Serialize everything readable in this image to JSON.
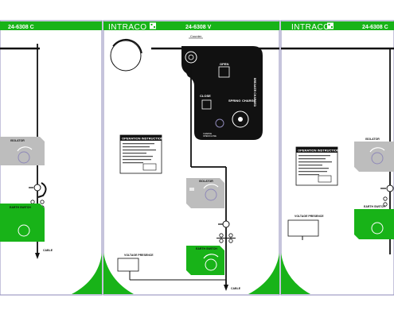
{
  "colors": {
    "green": "#18b318",
    "black": "#111111",
    "grey": "#bdbdbd",
    "lavender": "#8e88b8"
  },
  "left_panel": {
    "code": "24-6308 C"
  },
  "center_panel": {
    "brand": "INTRACO",
    "code": "24-6308 V",
    "counter_label": "Counter",
    "mechanism": {
      "open_label": "OPEN",
      "close_label": "CLOSE",
      "spring_label": "SPRING",
      "charge_label": "CHARGE",
      "side_label": "BREAKER CHARGED",
      "small_text": "CHARGE\nOPEN/CLOSE"
    },
    "operation_instructions_title": "OPERATION INSTRUCTIONS",
    "isolator_label": "ISOLATOR",
    "earth_switch_label": "EARTH SWITCH",
    "voltage_presence_label": "VOLTAGE PRESENCE",
    "cable_label": "CABLE"
  },
  "right_panel": {
    "brand": "INTRACO",
    "code": "24-6308 C",
    "operation_instructions_title": "OPERATION INSTRUCTIONS",
    "isolator_label": "ISOLATOR",
    "earth_switch_label": "EARTH SWITCH",
    "voltage_presence_label": "VOLTAGE PRESENCE"
  },
  "left_partial": {
    "isolator_label": "ISOLATOR",
    "earth_switch_label": "EARTH SWITCH",
    "cable_label": "CABLE"
  }
}
